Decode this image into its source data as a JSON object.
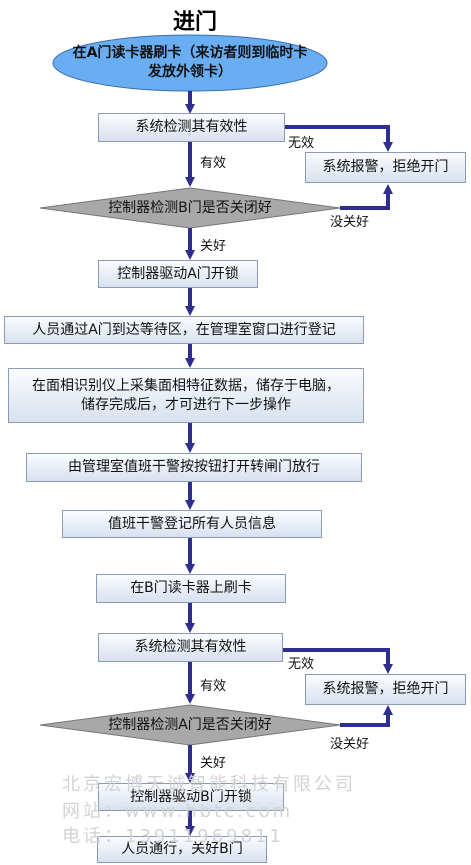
{
  "title": "进门",
  "start": "在A门读卡器刷卡（来访者则到临时卡发放外领卡）",
  "steps": {
    "check_validity_1": "系统检测其有效性",
    "alarm_1": "系统报警，拒绝开门",
    "decision_b": "控制器检测B门是否关闭好",
    "unlock_a": "控制器驱动A门开锁",
    "pass_a": "人员通过A门到达等待区，在管理室窗口进行登记",
    "face_capture": "在面相识别仪上采集面相特征数据，储存于电脑，储存完成后，才可进行下一步操作",
    "release": "由管理室值班干警按按钮打开转闸门放行",
    "register": "值班干警登记所有人员信息",
    "swipe_b": "在B门读卡器上刷卡",
    "check_validity_2": "系统检测其有效性",
    "alarm_2": "系统报警，拒绝开门",
    "decision_a": "控制器检测A门是否关闭好",
    "unlock_b": "控制器驱动B门开锁",
    "final": "人员通行，关好B门"
  },
  "edge_labels": {
    "valid": "有效",
    "invalid": "无效",
    "closed": "关好",
    "not_closed": "没关好"
  },
  "watermark": {
    "company": "北京宏博天诚智能科技有限公司",
    "site": "网站：www.hbtc.com",
    "phone": "电话：13911969811"
  },
  "colors": {
    "arrow": "#2e2e8f",
    "box_border": "#8a9bb3",
    "diamond_fill": "#a8a8a8",
    "ellipse_fill": "#69aef2"
  }
}
